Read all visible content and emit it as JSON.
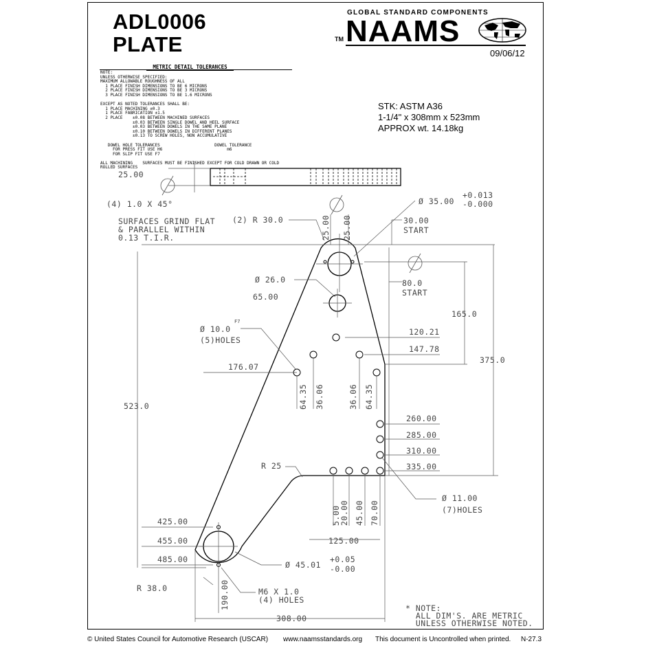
{
  "title": {
    "part_no": "ADL0006",
    "part_name": "PLATE"
  },
  "brand": {
    "tagline": "GLOBAL STANDARD COMPONENTS",
    "tm": "TM",
    "name": "NAAMS",
    "date": "09/06/12"
  },
  "stock": {
    "line1": "STK: ASTM A36",
    "line2": "1-1/4\" x 308mm x 523mm",
    "line3": "APPROX wt. 14.18kg"
  },
  "notes": {
    "header": "METRIC DETAIL TOLERANCES",
    "body": "NOTE:\nUNLESS OTHERWISE SPECIFIED:\nMAXIMUM ALLOWABLE ROUGHNESS OF ALL\n  1 PLACE FINISH DIMENSIONS TO BE 6 MICRONS\n  2 PLACE FINISH DIMENSIONS TO BE 3 MICRONS\n  3 PLACE FINISH DIMENSIONS TO BE 1.6 MICRONS\n\nEXCEPT AS NOTED TOLERANCES SHALL BE:\n  1 PLACE MACHINING ±0.3\n  1 PLACE FABRICATION ±1.5\n  2 PLACE    ±0.08 BETWEEN MACHINED SURFACES\n             ±0.03 BETWEEN SINGLE DOWEL AND HEEL SURFACE\n             ±0.03 BETWEEN DOWELS IN THE SAME PLANE\n             ±0.10 BETWEEN DOWELS IN DIFFERENT PLANES\n             ±0.13 TO SCREW HOLES, NON ACCUMULATIVE\n\n   DOWEL HOLE TOLERANCES                      DOWEL TOLERANCE\n     FOR PRESS FIT USE H6                          m6\n     FOR SLIP FIT USE F7\n\nALL MACHINING    SURFACES MUST BE FINISHED EXCEPT FOR COLD DRAWN OR COLD\nROLLED SURFACES"
  },
  "dims": {
    "thickness": "25.00",
    "chamfer": "(4) 1.0 X 45°",
    "grind_note": "SURFACES GRIND FLAT\n& PARALLEL WITHIN\n0.13 T.I.R.",
    "r30": "(2) R 30.0",
    "v25a": "25.00",
    "v25b": "25.00",
    "dia35": "Ø 35.00",
    "dia35_tol": "+0.013\n-0.000",
    "start30": "30.00\nSTART",
    "start80": "80.0\nSTART",
    "dia26": "Ø 26.0",
    "d65": "65.00",
    "d165": "165.0",
    "dia10": "Ø 10.0",
    "f7": "F7",
    "holes5": "(5)HOLES",
    "d120": "120.21",
    "d147": "147.78",
    "d375": "375.0",
    "d176": "176.07",
    "v6435a": "64.35",
    "v3606a": "36.06",
    "v3606b": "36.06",
    "v6435b": "64.35",
    "d523": "523.0",
    "d260": "260.00",
    "d285": "285.00",
    "d310": "310.00",
    "d335": "335.00",
    "r25": "R 25",
    "dia11": "Ø 11.00",
    "holes7": "(7)HOLES",
    "v500": "5.00",
    "v2000": "20.00",
    "v4500": "45.00",
    "v7000": "70.00",
    "d425": "425.00",
    "d455": "455.00",
    "d485": "485.00",
    "d125": "125.00",
    "dia45": "Ø 45.01",
    "dia45_tol": "+0.05\n-0.00",
    "r38": "R 38.0",
    "v190": "190.00",
    "m6": "M6 X 1.0\n(4) HOLES",
    "d308": "308.00",
    "note_all": "* NOTE:\n  ALL DIM'S. ARE METRIC\n  UNLESS OTHERWISE NOTED."
  },
  "footer": {
    "copyright": "© United States Council for Automotive Research (USCAR)",
    "url": "www.naamsstandards.org",
    "uncontrolled": "This document is Uncontrolled when printed.",
    "page": "N-27.3"
  }
}
